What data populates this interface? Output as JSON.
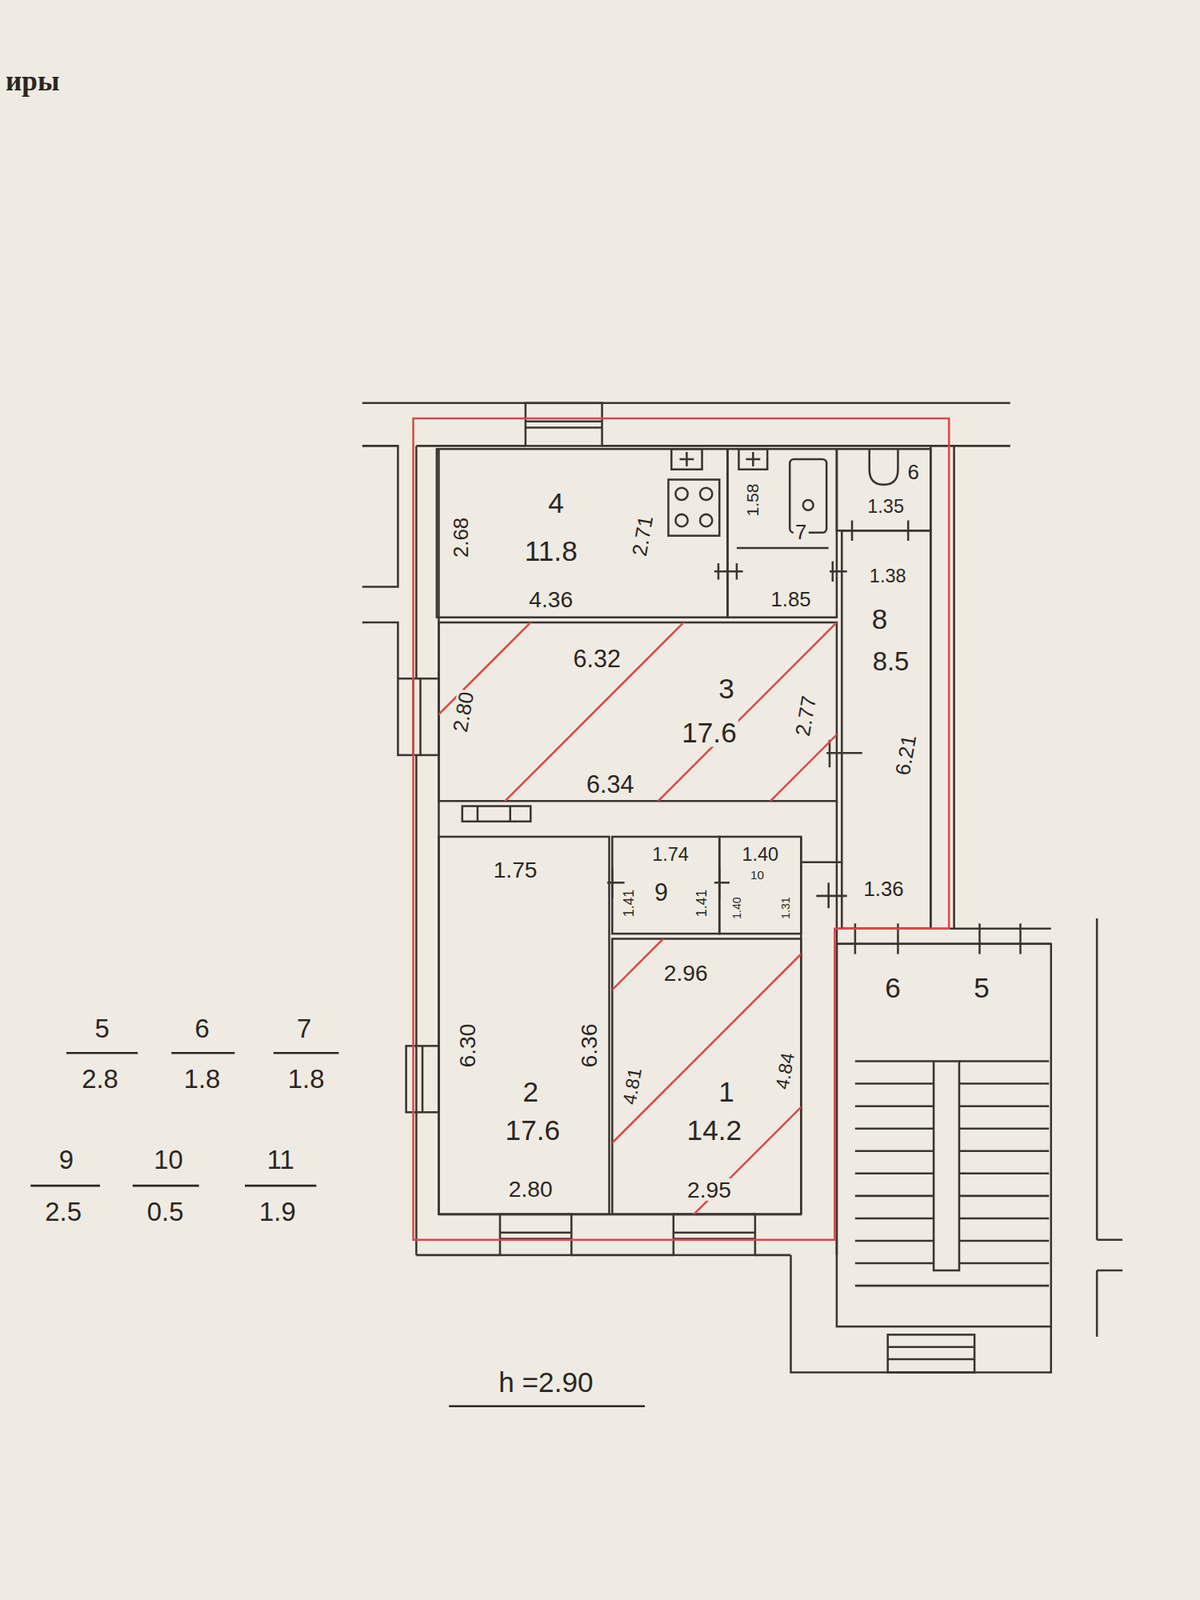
{
  "diagram": {
    "labels": [
      "иры",
      "4",
      "11.8",
      "2.68",
      "2.71",
      "4.36",
      "1.58",
      "7",
      "1.85",
      "6",
      "1.35",
      "1.38",
      "8",
      "8.5",
      "6.21",
      "6.32",
      "3",
      "17.6",
      "2.80",
      "2.77",
      "6.34",
      "1.75",
      "6.30",
      "6.36",
      "2",
      "17.6",
      "2.80",
      "1.74",
      "1.41",
      "9",
      "1.41",
      "1.40",
      "10",
      "1.40",
      "1.31",
      "1.36",
      "2.96",
      "1",
      "14.2",
      "4.81",
      "4.84",
      "2.95",
      "6",
      "5",
      "5",
      "2.8",
      "6",
      "1.8",
      "7",
      "1.8",
      "9",
      "2.5",
      "10",
      "0.5",
      "11",
      "1.9",
      "h =2.90"
    ]
  }
}
